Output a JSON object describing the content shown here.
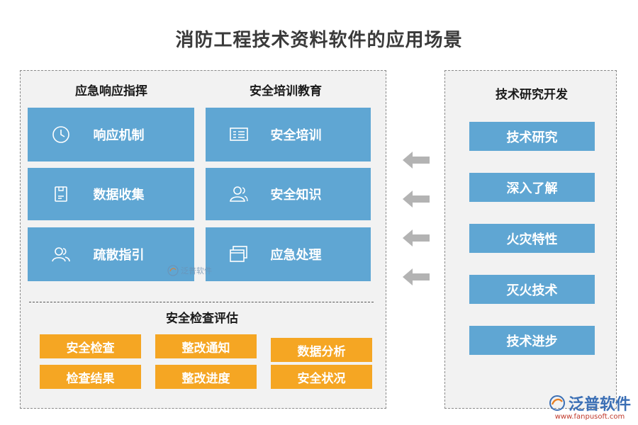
{
  "title": "消防工程技术资料软件的应用场景",
  "emergency": {
    "header": "应急响应指挥",
    "items": [
      "响应机制",
      "数据收集",
      "疏散指引"
    ]
  },
  "training": {
    "header": "安全培训教育",
    "items": [
      "安全培训",
      "安全知识",
      "应急处理"
    ]
  },
  "inspection": {
    "header": "安全检查评估",
    "items": [
      "安全检查",
      "整改通知",
      "数据分析",
      "检查结果",
      "整改进度",
      "安全状况"
    ]
  },
  "research": {
    "header": "技术研究开发",
    "items": [
      "技术研究",
      "深入了解",
      "火灾特性",
      "灭火技术",
      "技术进步"
    ]
  },
  "watermark": "泛普软件",
  "brand": {
    "name": "泛普软件",
    "url": "www.fanpusoft.com"
  },
  "colors": {
    "card_blue": "#5fa6d3",
    "tag_orange": "#f5a623",
    "panel_bg": "#f2f2f2",
    "arrow_gray": "#b3b3b3"
  },
  "icons": [
    "clock-icon",
    "document-icon",
    "users-icon",
    "presentation-icon",
    "user-icon",
    "windows-icon",
    "arrow-left-icon"
  ]
}
